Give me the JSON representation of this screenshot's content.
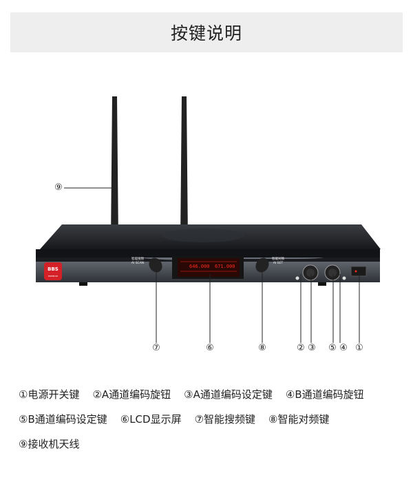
{
  "header": {
    "title": "按键说明"
  },
  "device": {
    "brand": "BBS",
    "brand_sub": "PREMIUM",
    "scan_button_cn": "智能搜频",
    "scan_button_en": "AI SCAN",
    "set_button_cn": "智能对频",
    "set_button_en": "AI SET",
    "accent_color": "#ff2a1a",
    "logo_color": "#d42027"
  },
  "callouts": [
    "⑦",
    "⑥",
    "⑧",
    "②",
    "③",
    "⑤",
    "④",
    "①",
    "⑨"
  ],
  "legend": {
    "rows": [
      [
        "①电源开关键",
        "②A通道编码旋钮",
        "③A通道编码设定键",
        "④B通道编码旋钮"
      ],
      [
        "⑤B通道编码设定键",
        "⑥LCD显示屏",
        "⑦智能搜频键",
        "⑧智能对频键"
      ],
      [
        "⑨接收机天线"
      ]
    ]
  }
}
